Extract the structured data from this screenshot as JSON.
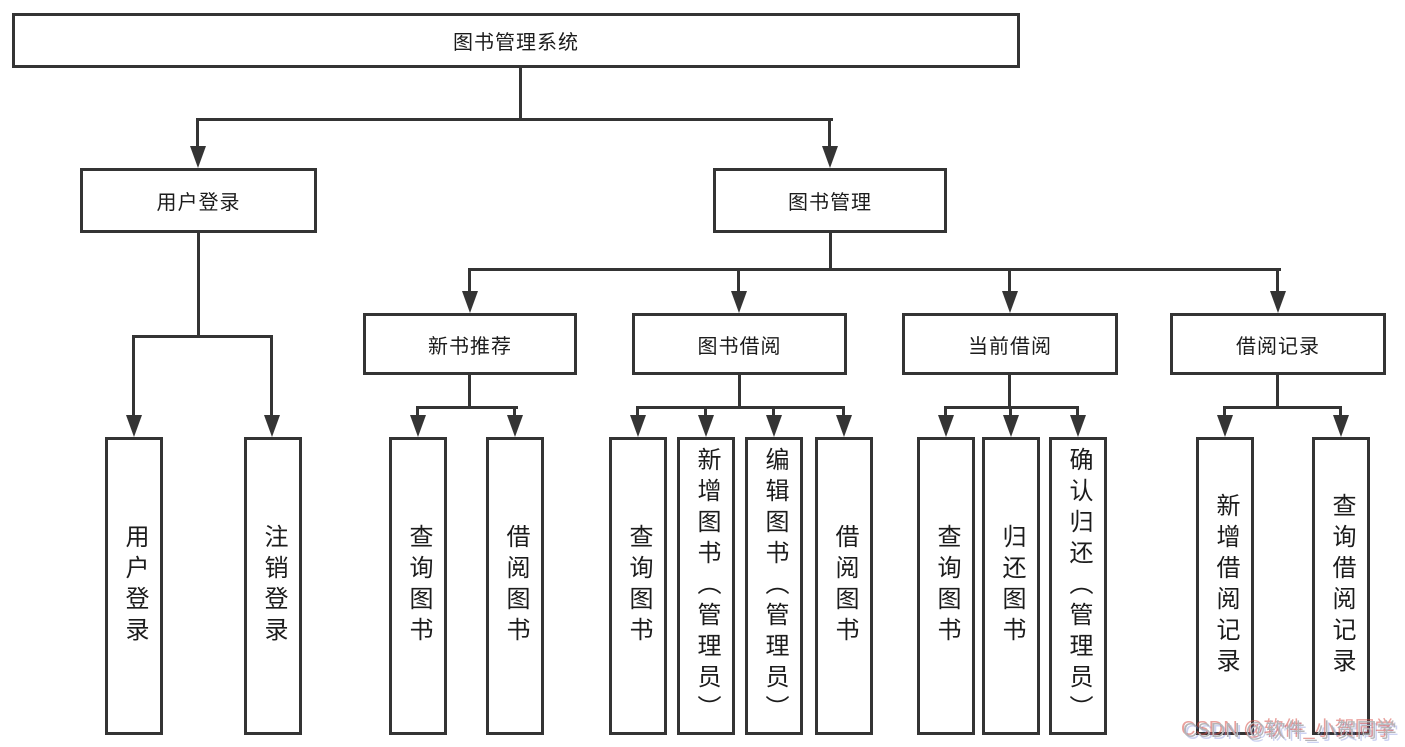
{
  "nodes": {
    "root": {
      "label": "图书管理系统"
    },
    "userLogin": {
      "label": "用户登录"
    },
    "bookMgmt": {
      "label": "图书管理"
    },
    "newBookRec": {
      "label": "新书推荐"
    },
    "bookBorrow": {
      "label": "图书借阅"
    },
    "currentBorrow": {
      "label": "当前借阅"
    },
    "borrowRecords": {
      "label": "借阅记录"
    },
    "leafUserLogin": {
      "label": "用户登录"
    },
    "leafLogout": {
      "label": "注销登录"
    },
    "leafQueryBooksA": {
      "label": "查询图书"
    },
    "leafBorrowBooksA": {
      "label": "借阅图书"
    },
    "leafQueryBooksB": {
      "label": "查询图书"
    },
    "leafAddBooks": {
      "label": "新增图书（管理员）"
    },
    "leafEditBooks": {
      "label": "编辑图书（管理员）"
    },
    "leafBorrowBooksB": {
      "label": "借阅图书"
    },
    "leafQueryBooksC": {
      "label": "查询图书"
    },
    "leafReturnBooks": {
      "label": "归还图书"
    },
    "leafConfirmReturn": {
      "label": "确认归还（管理员）"
    },
    "leafAddRecord": {
      "label": "新增借阅记录"
    },
    "leafQueryRecord": {
      "label": "查询借阅记录"
    }
  },
  "watermark": {
    "text": "CSDN @软件_小贺同学"
  },
  "colors": {
    "line": "#343434",
    "box_border": "#343434",
    "text": "#1c1c1c",
    "background": "#ffffff",
    "watermark": "#b4b4b8"
  }
}
